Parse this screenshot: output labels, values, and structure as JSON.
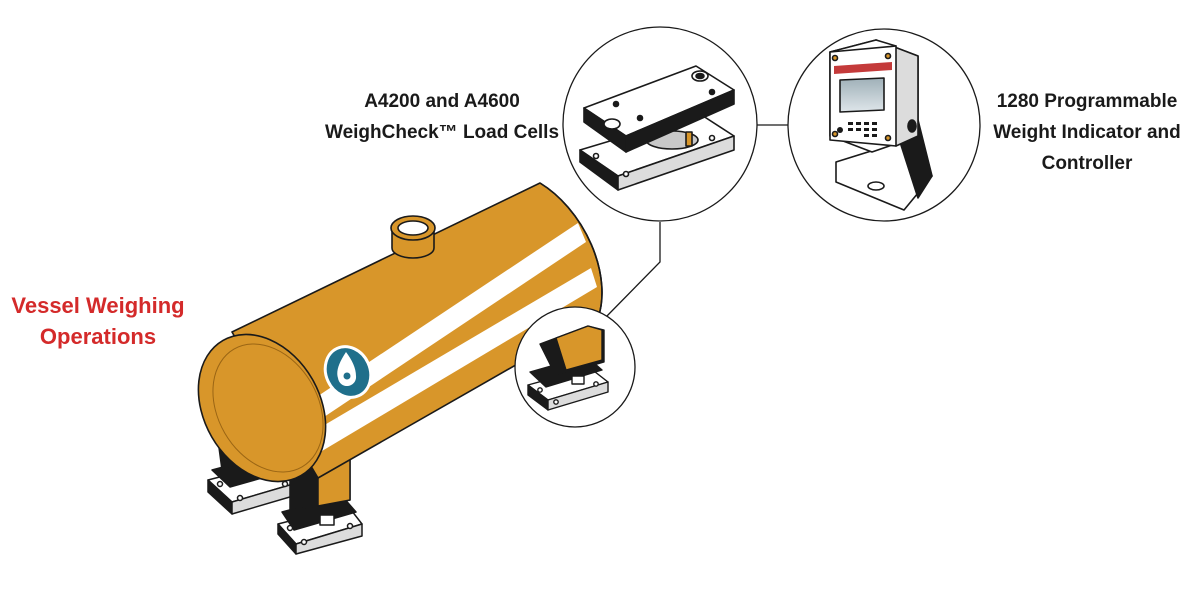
{
  "title": {
    "lines": [
      "Vessel Weighing",
      "Operations"
    ]
  },
  "callouts": {
    "load_cells": {
      "lines": [
        "A4200 and A4600",
        "WeighCheck™ Load Cells"
      ]
    },
    "indicator": {
      "lines": [
        "1280 Programmable",
        "Weight Indicator and",
        "Controller"
      ]
    }
  },
  "colors": {
    "vessel": "#d8962a",
    "vessel_shade": "#b87c1c",
    "stripe": "#ffffff",
    "outline": "#1a1a1a",
    "title": "#d42a2a",
    "logo": "#1f6f8b",
    "screen": "#c43a3a"
  },
  "icons": {
    "vessel_logo": "droplet-icon"
  }
}
